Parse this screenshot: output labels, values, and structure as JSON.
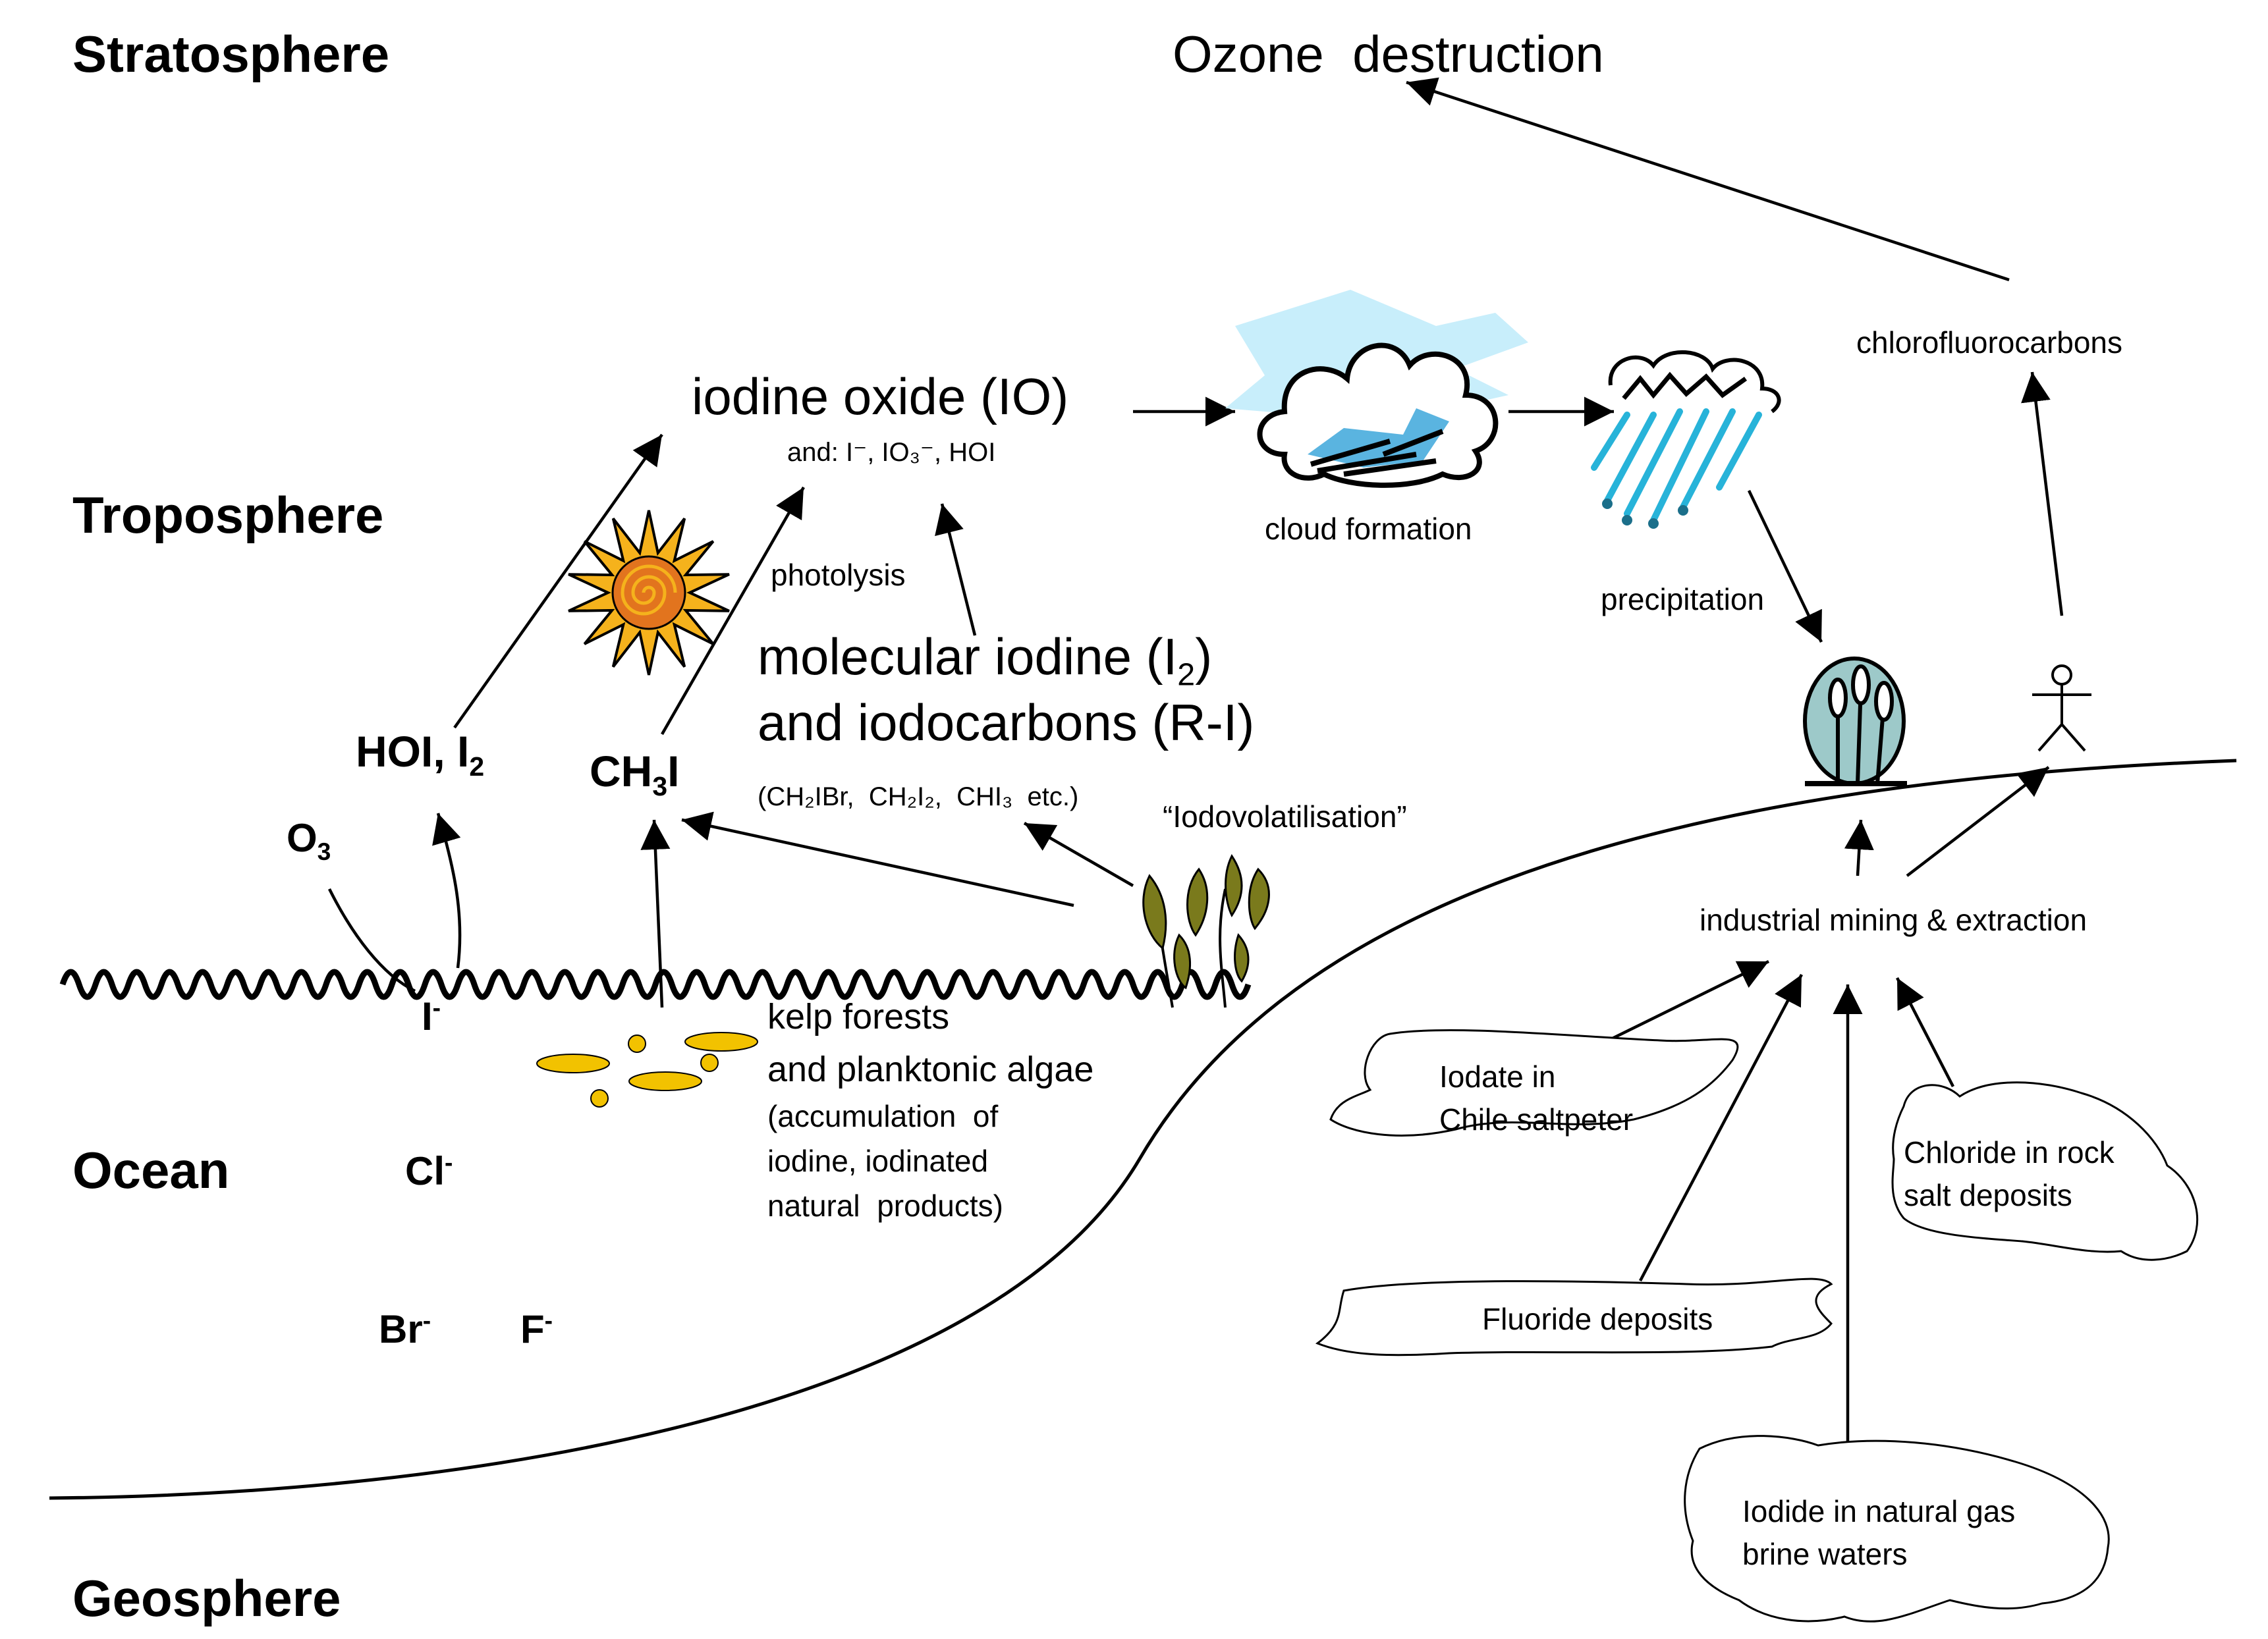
{
  "zones": {
    "stratosphere": "Stratosphere",
    "troposphere": "Troposphere",
    "ocean": "Ocean",
    "geosphere": "Geosphere"
  },
  "labels": {
    "ozone": "Ozone  destruction",
    "iodine_oxide": "iodine oxide (IO)",
    "iodine_oxide_sub": "and: I⁻, IO₃⁻, HOI",
    "cloud": "cloud formation",
    "precipitation": "precipitation",
    "cfc": "chlorofluorocarbons",
    "photolysis": "photolysis",
    "molecular_line1": "molecular iodine (I",
    "molecular_sub": "2",
    "molecular_line1_end": ")",
    "molecular_line2": "and iodocarbons (R-I)",
    "iodocarbons_examples": "(CH₂IBr,  CH₂I₂,  CHI₃  etc.)",
    "iodovolatilisation": "“Iodovolatilisation”",
    "hoi": "HOI, I",
    "hoi_sub": "2",
    "ch3i_a": "CH",
    "ch3i_sub": "3",
    "ch3i_b": "I",
    "o3": "O",
    "o3_sub": "3",
    "i_minus": "I",
    "cl_minus": "Cl",
    "br_minus": "Br",
    "f_minus": "F",
    "minus": "-",
    "kelp_line1": "kelp forests",
    "kelp_line2": "and planktonic algae",
    "kelp_line3": "(accumulation  of",
    "kelp_line4": "iodine, iodinated",
    "kelp_line5": "natural  products)",
    "mining": "industrial mining & extraction",
    "iodate_line1": "Iodate in",
    "iodate_line2": "Chile saltpeter",
    "chloride_line1": "Chloride in rock",
    "chloride_line2": "salt deposits",
    "fluoride": "Fluoride deposits",
    "iodide_line1": "Iodide in natural gas",
    "iodide_line2": "brine waters"
  },
  "colors": {
    "sun_fill": "#f5b21c",
    "sun_core": "#e2741e",
    "algae": "#f2c200",
    "cloud_light": "#c8eefb",
    "cloud_blue": "#5ab4e0",
    "rain": "#27b3d9",
    "seaweed": "#7a7a1c",
    "crop_bg": "#9dc9c9"
  },
  "icons": [
    "sun-icon",
    "cloud-icon",
    "rain-icon",
    "crop-icon",
    "person-icon",
    "seaweed-icon",
    "algae-icon"
  ]
}
